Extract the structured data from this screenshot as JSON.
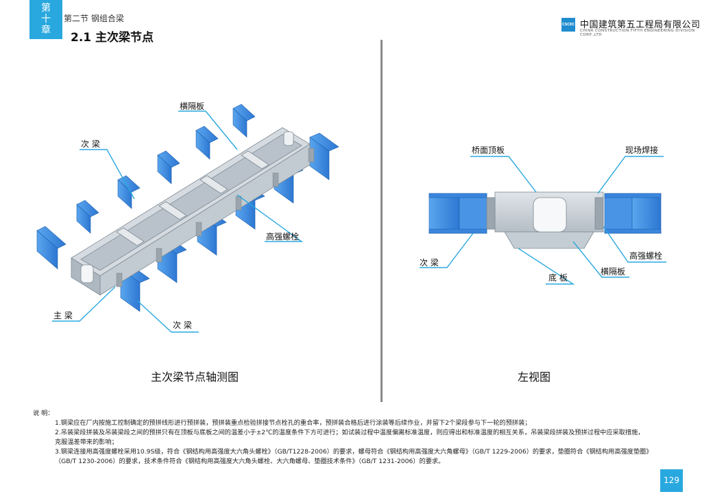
{
  "header": {
    "chapter_tab": [
      "第",
      "十",
      "章"
    ],
    "section_line": "第二节  钢组合梁",
    "section_title": "2.1  主次梁节点",
    "company_cn": "中国建筑第五工程局有限公司",
    "company_en": "CHINA CONSTRUCTION FIFTH ENGINEERING DIVISION CORP.,LTD",
    "logo_text": "CSCEC"
  },
  "left_figure": {
    "caption": "主次梁节点轴测图",
    "labels": {
      "diaphragm": "横隔板",
      "secondary_top": "次 梁",
      "bolt": "高强螺栓",
      "main_beam": "主 梁",
      "secondary_bottom": "次 梁"
    }
  },
  "right_figure": {
    "caption": "左视图",
    "labels": {
      "deck_plate": "桥面顶板",
      "field_weld": "现场焊接",
      "secondary": "次 梁",
      "bolt": "高强螺栓",
      "bottom_plate": "底 板",
      "diaphragm": "横隔板"
    }
  },
  "notes": {
    "heading": "说  明：",
    "items": [
      "1.钢梁应在厂内按施工控制确定的预拼线形进行预拼装，预拼装重点检验拼接节点栓孔的重合率，预拼装合格后进行涂装等后续作业，并留下2个梁段参与下一轮的预拼装；",
      "2.吊装梁段拼装及吊装梁段之间的预拼只有在顶板与底板之间的温差小于±2℃的温度条件下方可进行；如试装过程中温度偏离标准温度，则应得出和标准温度的相互关系，吊装梁段拼装及预拼过程中应采取措施，克服温差带来的影响；",
      "3.钢梁连接用高强度螺栓采用10.9S级，符合《钢结构用高强度大六角头螺栓》（GB/T1228-2006）的要求，螺母符合《钢结构用高强度大六角螺母》（GB/T 1229-2006）的要求，垫圈符合《钢结构用高强度垫圈》（GB/T 1230-2006）的要求，技术条件符合《钢结构用高强度大六角头螺栓、大六角螺母、垫圈技术条件》（GB/T 1231-2006）的要求。"
    ]
  },
  "page_number": "129",
  "colors": {
    "accent": "#29a8df",
    "steel_blue": "#2f7fd8",
    "steel_grey": "#c4ccd3"
  }
}
